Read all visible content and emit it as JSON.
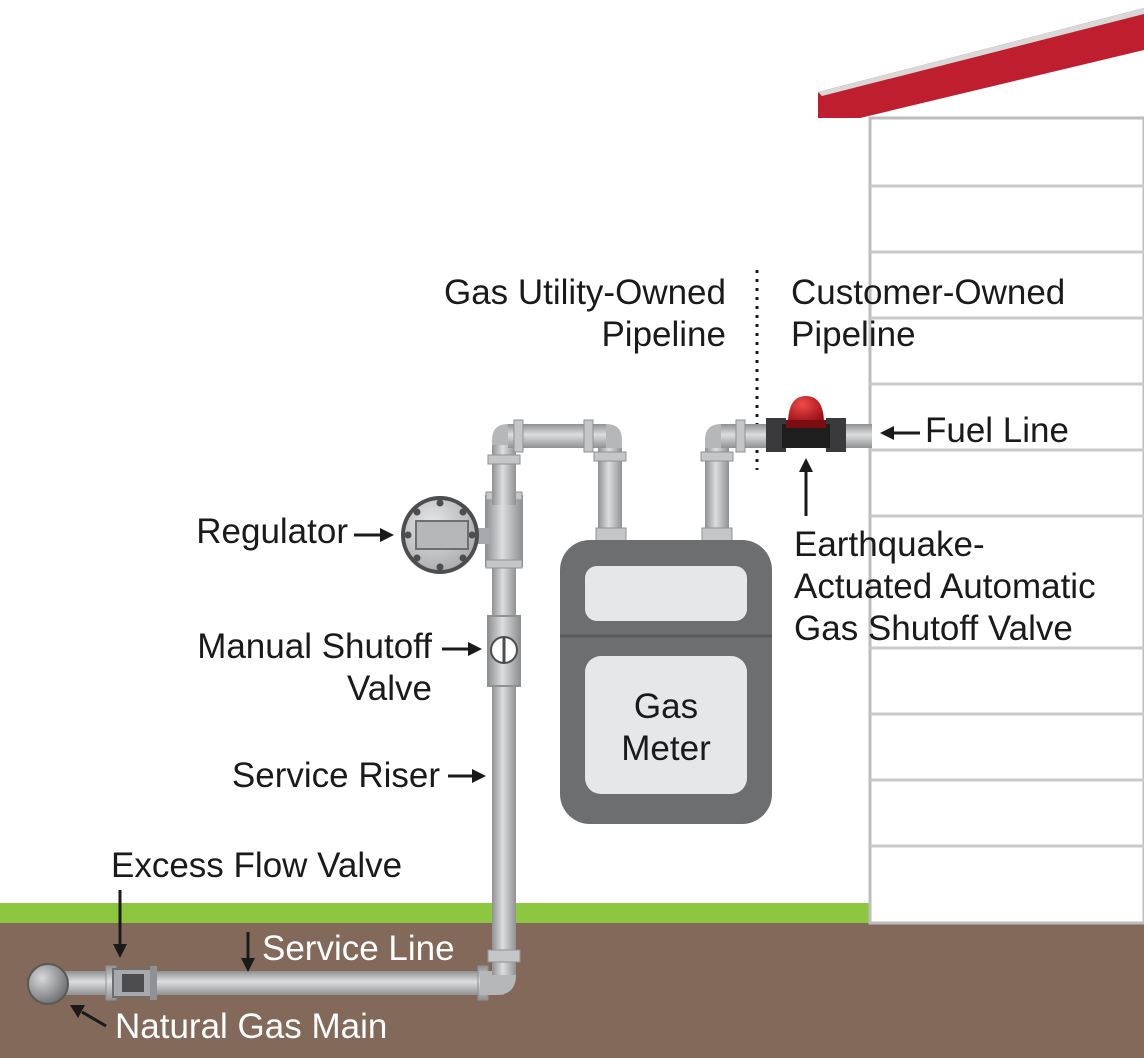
{
  "labels": {
    "utility_owned_line1": "Gas Utility-Owned",
    "utility_owned_line2": "Pipeline",
    "customer_owned_line1": "Customer-Owned",
    "customer_owned_line2": "Pipeline",
    "fuel_line": "Fuel Line",
    "regulator": "Regulator",
    "earthquake_valve_line1": "Earthquake-",
    "earthquake_valve_line2": "Actuated Automatic",
    "earthquake_valve_line3": "Gas Shutoff Valve",
    "manual_shutoff_line1": "Manual Shutoff",
    "manual_shutoff_line2": "Valve",
    "gas_meter_line1": "Gas",
    "gas_meter_line2": "Meter",
    "service_riser": "Service Riser",
    "excess_flow_valve": "Excess Flow Valve",
    "service_line": "Service Line",
    "natural_gas_main": "Natural Gas Main"
  },
  "colors": {
    "roof": "#be1e2d",
    "siding": "#ffffff",
    "siding_line": "#c9c9c9",
    "grass": "#8dc63f",
    "soil": "#83695a",
    "pipe": "#b5b7b9",
    "meter_body": "#6d6e70",
    "meter_window": "#e6e7e8",
    "valve_dome": "#c4161c"
  }
}
